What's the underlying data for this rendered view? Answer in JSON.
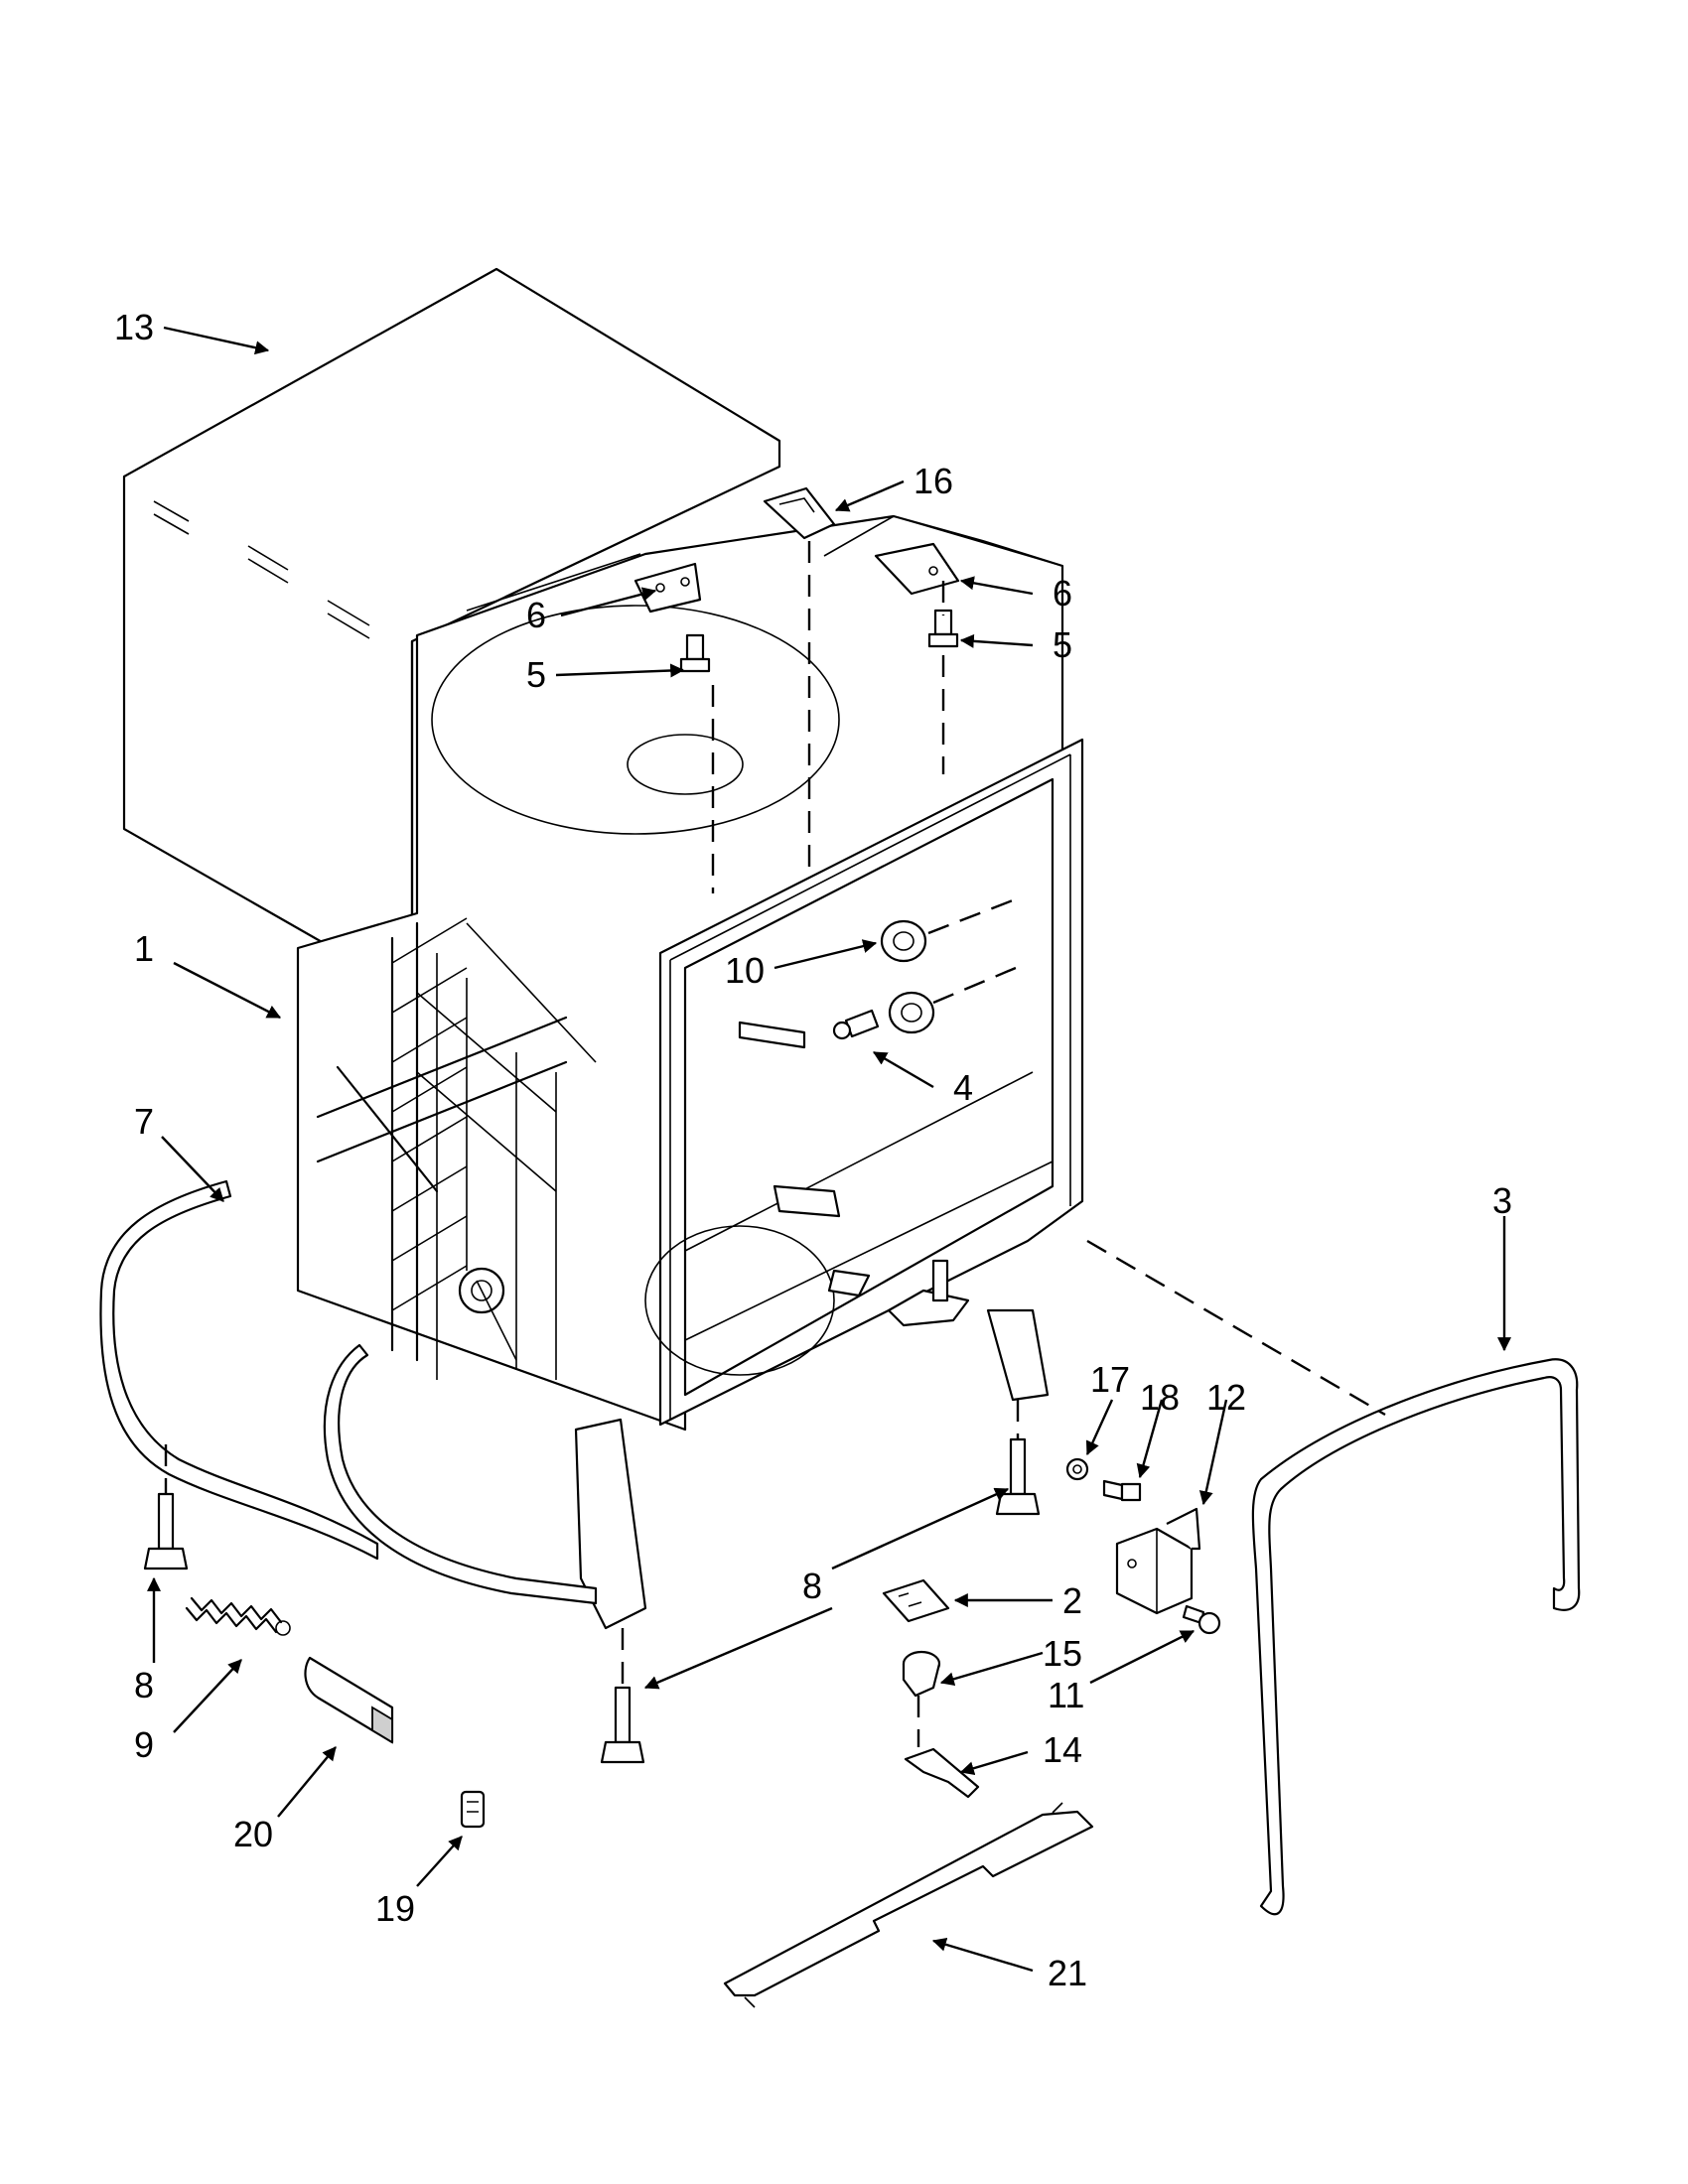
{
  "diagram": {
    "callouts": [
      {
        "id": "c13",
        "label": "13"
      },
      {
        "id": "c16",
        "label": "16"
      },
      {
        "id": "c6a",
        "label": "6"
      },
      {
        "id": "c5a",
        "label": "5"
      },
      {
        "id": "c6b",
        "label": "6"
      },
      {
        "id": "c5b",
        "label": "5"
      },
      {
        "id": "c1",
        "label": "1"
      },
      {
        "id": "c10",
        "label": "10"
      },
      {
        "id": "c4",
        "label": "4"
      },
      {
        "id": "c7",
        "label": "7"
      },
      {
        "id": "c3",
        "label": "3"
      },
      {
        "id": "c17",
        "label": "17"
      },
      {
        "id": "c18",
        "label": "18"
      },
      {
        "id": "c12",
        "label": "12"
      },
      {
        "id": "c8a",
        "label": "8"
      },
      {
        "id": "c2",
        "label": "2"
      },
      {
        "id": "c15",
        "label": "15"
      },
      {
        "id": "c11",
        "label": "11"
      },
      {
        "id": "c8b",
        "label": "8"
      },
      {
        "id": "c9",
        "label": "9"
      },
      {
        "id": "c14",
        "label": "14"
      },
      {
        "id": "c20",
        "label": "20"
      },
      {
        "id": "c19",
        "label": "19"
      },
      {
        "id": "c21",
        "label": "21"
      }
    ]
  }
}
